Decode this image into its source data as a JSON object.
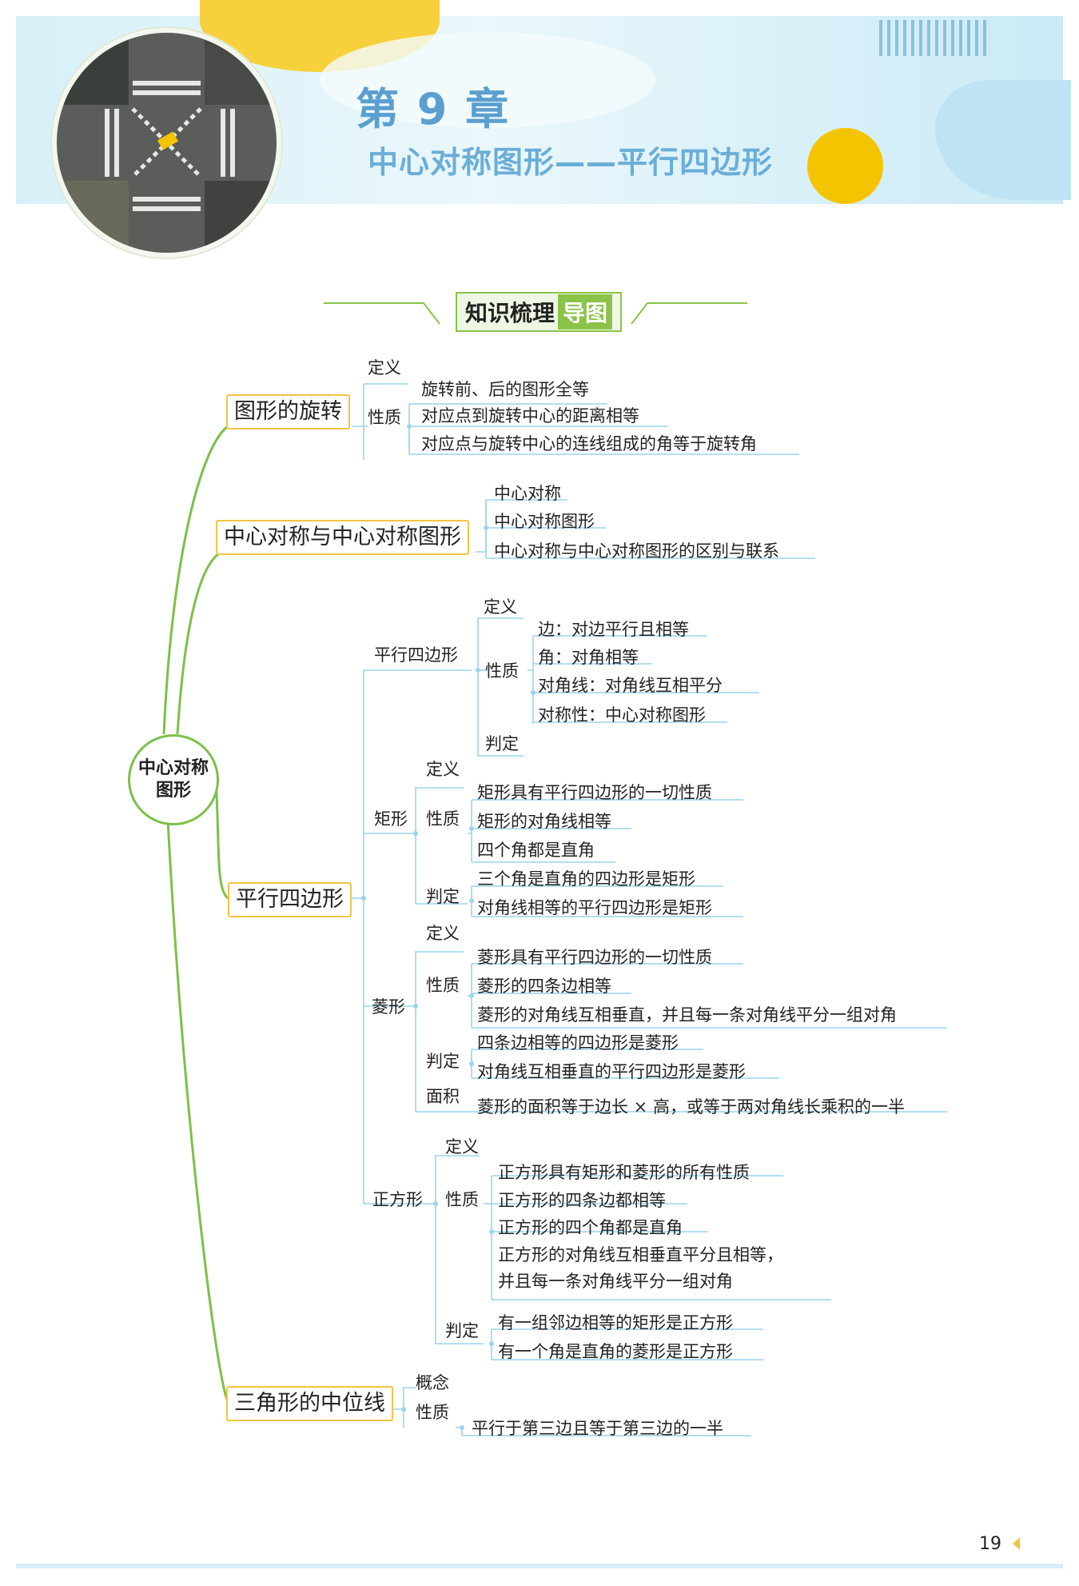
{
  "header": {
    "chapter_number": "第 9 章",
    "chapter_title": "中心对称图形——平行四边形",
    "colors": {
      "accent_blue": "#5b9fd0",
      "band": "#d7f0f8",
      "yellow": "#f5c400"
    }
  },
  "section": {
    "title_main": "知识梳理",
    "title_highlight": "导图",
    "accent": "#8bc34a"
  },
  "mindmap": {
    "root": "中心对称\n图形",
    "rotation": {
      "title": "图形的旋转",
      "def": "定义",
      "prop": "性质",
      "props": [
        "旋转前、后的图形全等",
        "对应点到旋转中心的距离相等",
        "对应点与旋转中心的连线组成的角等于旋转角"
      ]
    },
    "central": {
      "title": "中心对称与中心对称图形",
      "items": [
        "中心对称",
        "中心对称图形",
        "中心对称与中心对称图形的区别与联系"
      ]
    },
    "parallelogram": {
      "title": "平行四边形",
      "para": {
        "label": "平行四边形",
        "def": "定义",
        "prop": "性质",
        "props": [
          "边：对边平行且相等",
          "角：对角相等",
          "对角线：对角线互相平分",
          "对称性：中心对称图形"
        ],
        "judge": "判定"
      },
      "rect": {
        "label": "矩形",
        "def": "定义",
        "prop": "性质",
        "props": [
          "矩形具有平行四边形的一切性质",
          "矩形的对角线相等",
          "四个角都是直角"
        ],
        "judge": "判定",
        "judges": [
          "三个角是直角的四边形是矩形",
          "对角线相等的平行四边形是矩形"
        ]
      },
      "rhombus": {
        "label": "菱形",
        "def": "定义",
        "prop": "性质",
        "props": [
          "菱形具有平行四边形的一切性质",
          "菱形的四条边相等",
          "菱形的对角线互相垂直，并且每一条对角线平分一组对角"
        ],
        "judge": "判定",
        "judges": [
          "四条边相等的四边形是菱形",
          "对角线互相垂直的平行四边形是菱形"
        ],
        "area": "面积",
        "area_text": "菱形的面积等于边长 × 高，或等于两对角线长乘积的一半"
      },
      "square": {
        "label": "正方形",
        "def": "定义",
        "prop": "性质",
        "props": [
          "正方形具有矩形和菱形的所有性质",
          "正方形的四条边都相等",
          "正方形的四个角都是直角",
          "正方形的对角线互相垂直平分且相等，",
          "并且每一条对角线平分一组对角"
        ],
        "judge": "判定",
        "judges": [
          "有一组邻边相等的矩形是正方形",
          "有一个角是直角的菱形是正方形"
        ]
      }
    },
    "midline": {
      "title": "三角形的中位线",
      "concept": "概念",
      "prop": "性质",
      "prop_text": "平行于第三边且等于第三边的一半"
    },
    "colors": {
      "trunk": "#7cc04a",
      "connector": "#9ad4ee",
      "box_border": "#f2c443"
    }
  },
  "page_number": "19"
}
